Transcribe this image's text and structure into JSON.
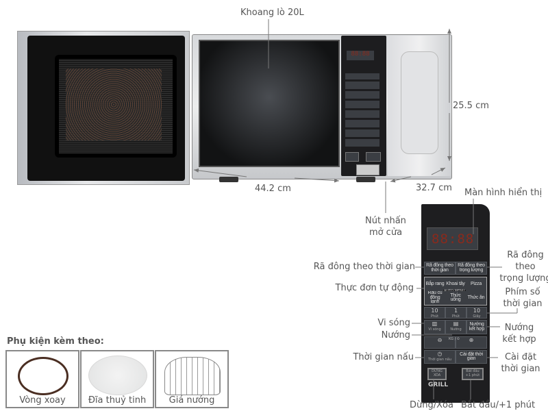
{
  "labels": {
    "cavity": "Khoang lò 20L",
    "height": "25.5 cm",
    "width": "44.2 cm",
    "depth": "32.7 cm",
    "door_button": [
      "Nút nhấn",
      "mở cửa"
    ],
    "display": "Màn hình hiển thị",
    "defrost_time": "Rã đông theo thời gian",
    "defrost_weight": [
      "Rã đông",
      "theo",
      "trọng lượng"
    ],
    "auto_menu": "Thực đơn tự động",
    "number_keys": [
      "Phím số",
      "thời gian"
    ],
    "microwave": "Vi sóng",
    "grill": "Nướng",
    "combo_grill": [
      "Nướng",
      "kết hợp"
    ],
    "cook_time": "Thời gian nấu",
    "set_time": [
      "Cài đặt",
      "thời gian"
    ],
    "stop_clear": "Dừng/Xóa",
    "start": "Bắt đầu/+1 phút"
  },
  "panel": {
    "display_digits": "88:88",
    "defrost_buttons": [
      "Rã đông theo thời gian",
      "Rã đông theo trọng lượng"
    ],
    "auto_menu_title": "AUTO MENU",
    "auto_menu_items": [
      "Bắp rang",
      "Khoai tây",
      "Pizza",
      "Rau củ đông lạnh",
      "Thức uống",
      "Thức ăn"
    ],
    "number_buttons": [
      {
        "value": "10",
        "unit": "Phút"
      },
      {
        "value": "1",
        "unit": "Phút"
      },
      {
        "value": "10",
        "unit": "Giây"
      }
    ],
    "mode_buttons": [
      "Vi sóng",
      "Nướng",
      "Nướng kết hợp"
    ],
    "weight_label": "KG / ⏲",
    "time_buttons": [
      "Thời gian nấu",
      "Cài đặt thời gian"
    ],
    "stop_button": [
      "DỪNG",
      "XÓA"
    ],
    "start_button": [
      "Bắt đầu",
      "+1 phút"
    ],
    "brand": "GRILL"
  },
  "accessories": {
    "title": "Phụ kiện kèm theo:",
    "items": [
      "Vòng xoay",
      "Đĩa thuỷ tinh",
      "Giá nướng"
    ]
  }
}
